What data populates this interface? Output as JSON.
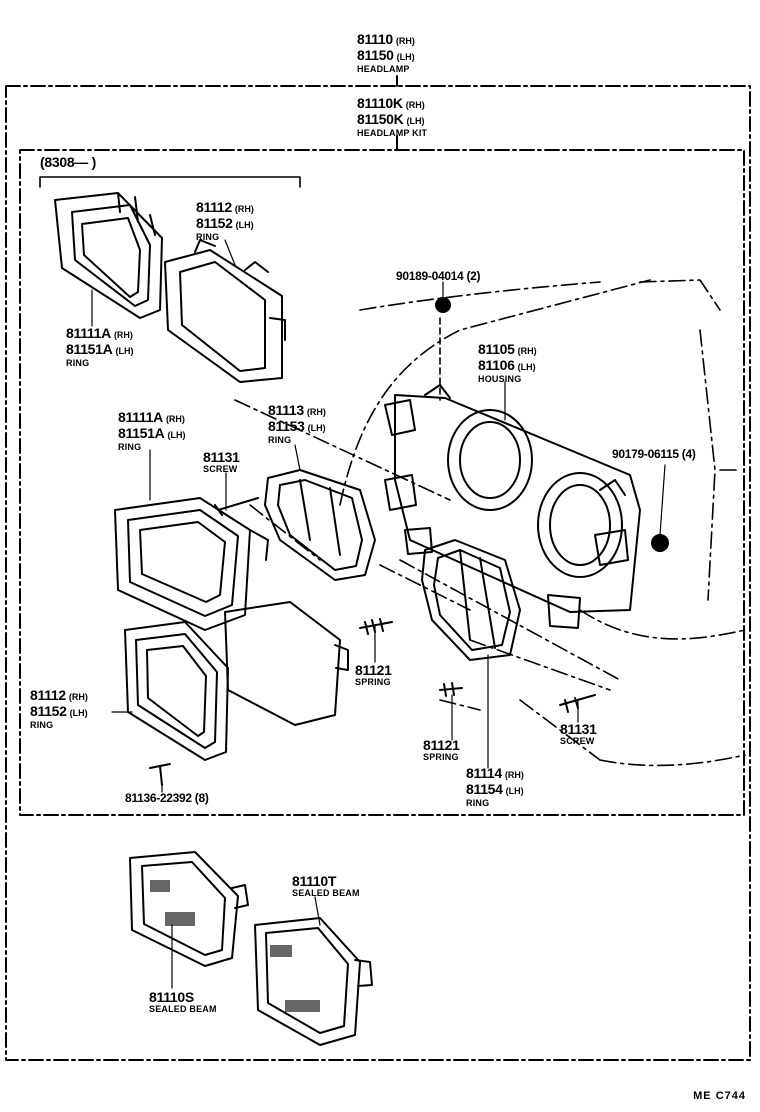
{
  "headlamp": {
    "rh": "81110",
    "rh_side": "(RH)",
    "lh": "81150",
    "lh_side": "(LH)",
    "name": "HEADLAMP"
  },
  "kit": {
    "rh": "81110K",
    "rh_side": "(RH)",
    "lh": "81150K",
    "lh_side": "(LH)",
    "name": "HEADLAMP KIT"
  },
  "date_range": "(8308—         )",
  "ring_81112_top": {
    "rh": "81112",
    "rh_side": "(RH)",
    "lh": "81152",
    "lh_side": "(LH)",
    "name": "RING"
  },
  "ring_81111a_top": {
    "rh": "81111A",
    "rh_side": "(RH)",
    "lh": "81151A",
    "lh_side": "(LH)",
    "name": "RING"
  },
  "nut_90189": "90189-04014 (2)",
  "housing": {
    "rh": "81105",
    "rh_side": "(RH)",
    "lh": "81106",
    "lh_side": "(LH)",
    "name": "HOUSING"
  },
  "ring_81113": {
    "rh": "81113",
    "rh_side": "(RH)",
    "lh": "81153",
    "lh_side": "(LH)",
    "name": "RING"
  },
  "ring_81111a_mid": {
    "rh": "81111A",
    "rh_side": "(RH)",
    "lh": "81151A",
    "lh_side": "(LH)",
    "name": "RING"
  },
  "screw_81131_left": {
    "pn": "81131",
    "name": "SCREW"
  },
  "nut_90179": "90179-06115 (4)",
  "spring_81121_left": {
    "pn": "81121",
    "name": "SPRING"
  },
  "spring_81121_right": {
    "pn": "81121",
    "name": "SPRING"
  },
  "screw_81131_right": {
    "pn": "81131",
    "name": "SCREW"
  },
  "ring_81112_bottom": {
    "rh": "81112",
    "rh_side": "(RH)",
    "lh": "81152",
    "lh_side": "(LH)",
    "name": "RING"
  },
  "ring_81114": {
    "rh": "81114",
    "rh_side": "(RH)",
    "lh": "81154",
    "lh_side": "(LH)",
    "name": "RING"
  },
  "screw_81136": "81136-22392 (8)",
  "beam_81110t": {
    "pn": "81110T",
    "name": "SEALED BEAM"
  },
  "beam_81110s": {
    "pn": "81110S",
    "name": "SEALED BEAM"
  },
  "diagram_code": "ME  C744"
}
